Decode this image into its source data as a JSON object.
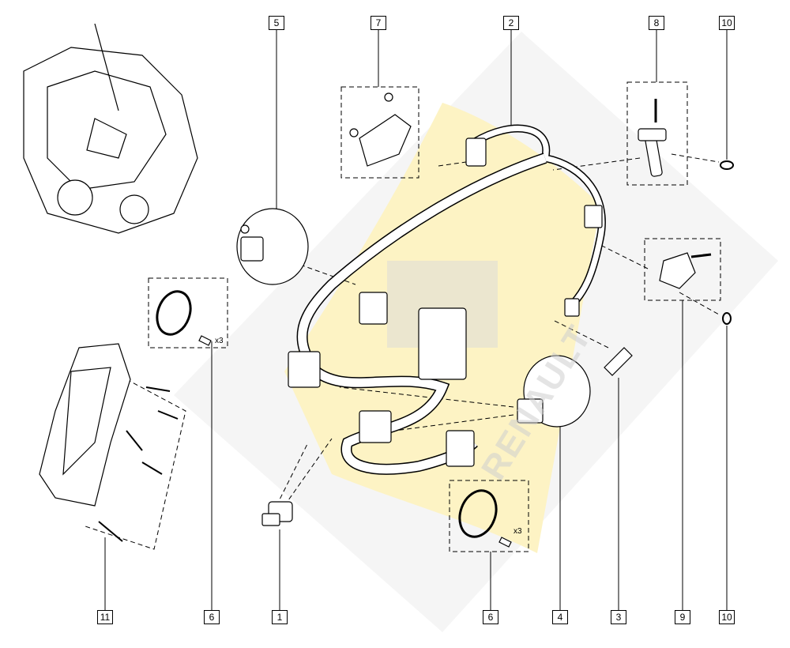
{
  "diagram": {
    "watermark": "RENAULT",
    "colors": {
      "watermark_gray": "#e6e6e6",
      "watermark_yellow": "#fdf3c4",
      "line": "#000000"
    },
    "callouts_top": [
      {
        "id": "c5",
        "label": "5"
      },
      {
        "id": "c7",
        "label": "7"
      },
      {
        "id": "c2",
        "label": "2"
      },
      {
        "id": "c8",
        "label": "8"
      },
      {
        "id": "c10a",
        "label": "10"
      }
    ],
    "callouts_bottom": [
      {
        "id": "c11",
        "label": "11"
      },
      {
        "id": "c6a",
        "label": "6"
      },
      {
        "id": "c1",
        "label": "1"
      },
      {
        "id": "c6b",
        "label": "6"
      },
      {
        "id": "c4",
        "label": "4"
      },
      {
        "id": "c3",
        "label": "3"
      },
      {
        "id": "c9",
        "label": "9"
      },
      {
        "id": "c10b",
        "label": "10"
      }
    ],
    "quantities": [
      "x3",
      "x3"
    ]
  }
}
